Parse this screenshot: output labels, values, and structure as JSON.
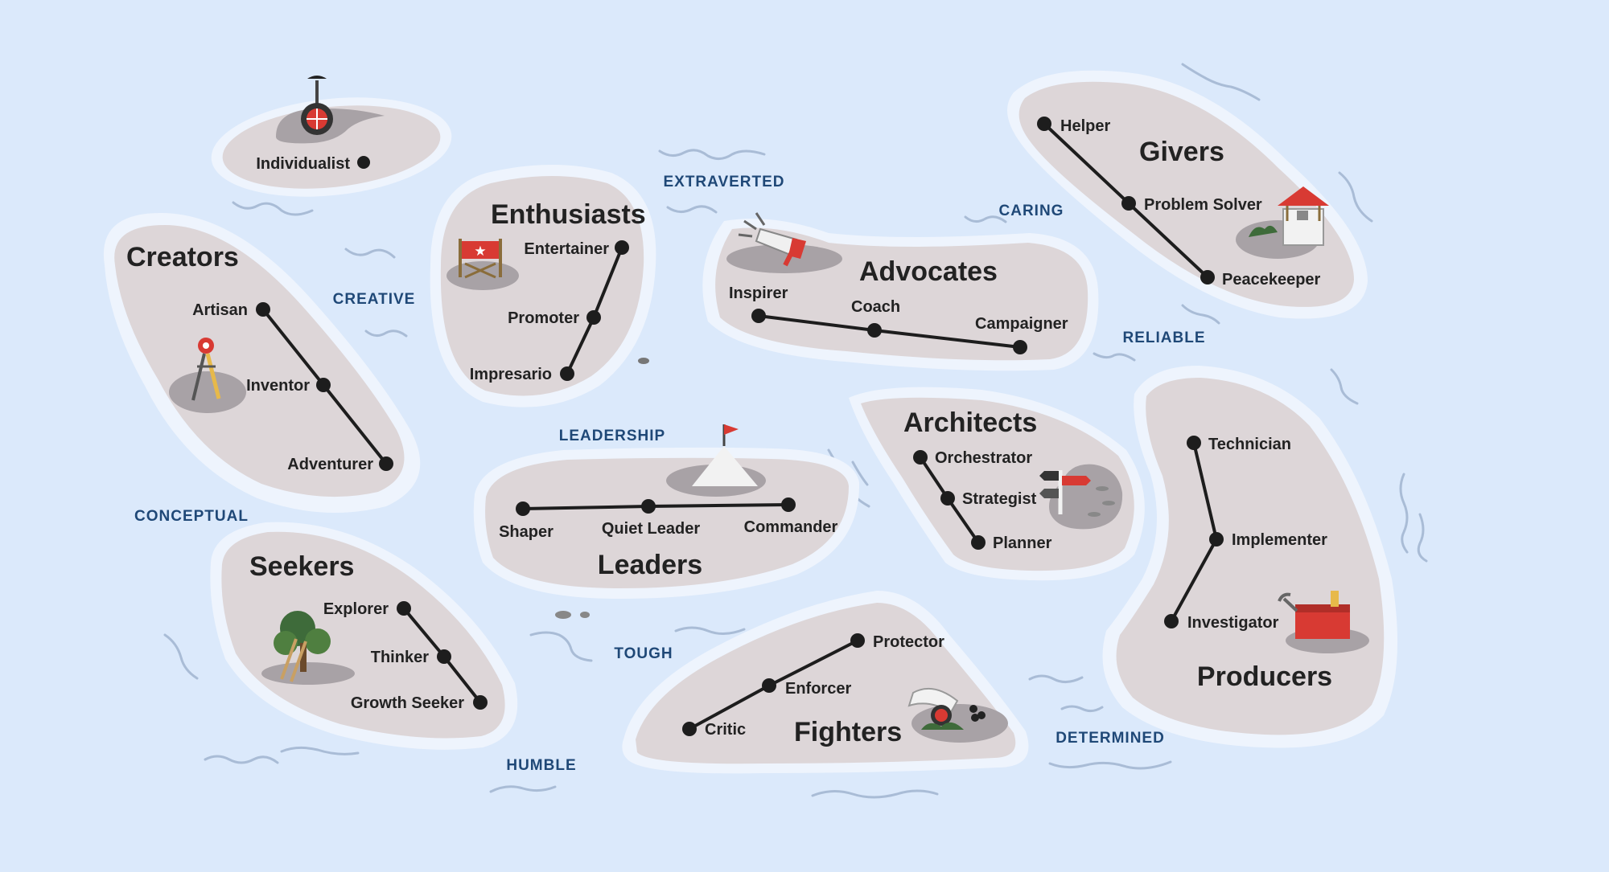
{
  "groups": {
    "individualist": {
      "roles": [
        "Individualist"
      ]
    },
    "creators": {
      "name": "Creators",
      "roles": [
        "Artisan",
        "Inventor",
        "Adventurer"
      ]
    },
    "enthusiasts": {
      "name": "Enthusiasts",
      "roles": [
        "Entertainer",
        "Promoter",
        "Impresario"
      ]
    },
    "advocates": {
      "name": "Advocates",
      "roles": [
        "Inspirer",
        "Coach",
        "Campaigner"
      ]
    },
    "givers": {
      "name": "Givers",
      "roles": [
        "Helper",
        "Problem Solver",
        "Peacekeeper"
      ]
    },
    "leaders": {
      "name": "Leaders",
      "roles": [
        "Shaper",
        "Quiet Leader",
        "Commander"
      ]
    },
    "architects": {
      "name": "Architects",
      "roles": [
        "Orchestrator",
        "Strategist",
        "Planner"
      ]
    },
    "producers": {
      "name": "Producers",
      "roles": [
        "Technician",
        "Implementer",
        "Investigator"
      ]
    },
    "seekers": {
      "name": "Seekers",
      "roles": [
        "Explorer",
        "Thinker",
        "Growth Seeker"
      ]
    },
    "fighters": {
      "name": "Fighters",
      "roles": [
        "Protector",
        "Enforcer",
        "Critic"
      ]
    }
  },
  "traits": {
    "extraverted": "EXTRAVERTED",
    "caring": "CARING",
    "creative": "CREATIVE",
    "reliable": "RELIABLE",
    "leadership": "LEADERSHIP",
    "conceptual": "CONCEPTUAL",
    "tough": "TOUGH",
    "humble": "HUMBLE",
    "determined": "DETERMINED"
  },
  "icons": {
    "individualist": "unicycle-icon",
    "creators": "compass-icon",
    "enthusiasts": "director-chair-icon",
    "advocates": "megaphone-icon",
    "givers": "wishing-well-icon",
    "leaders": "mountain-flag-icon",
    "architects": "signpost-icon",
    "producers": "toolbox-icon",
    "seekers": "tree-ladder-icon",
    "fighters": "cannon-icon"
  },
  "colors": {
    "water": "#dbe9fb",
    "island": "#ddd6d8",
    "shore": "#eef4fd",
    "trait_text": "#1f4877",
    "accent_red": "#d83a33"
  }
}
